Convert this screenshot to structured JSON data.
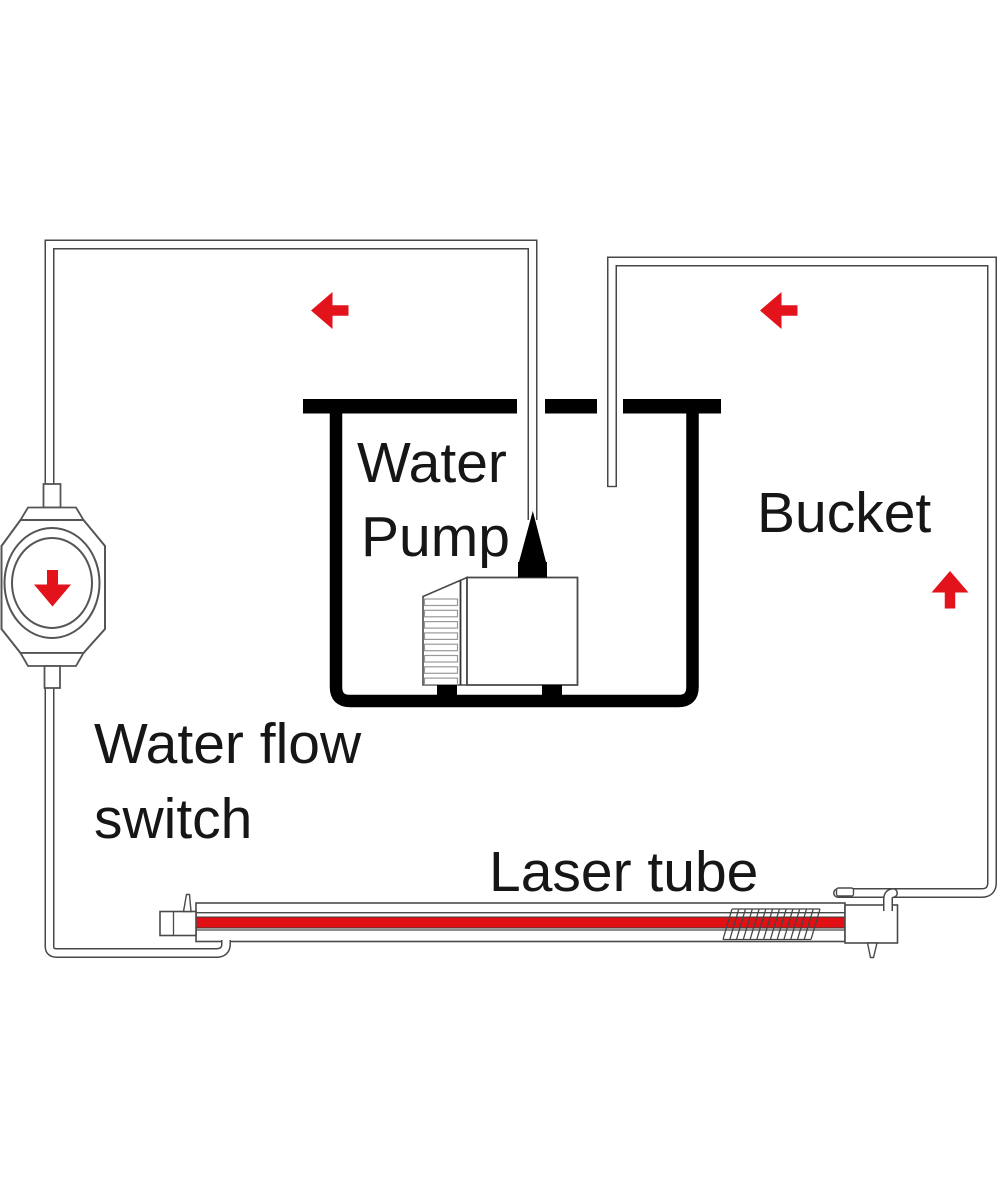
{
  "diagram": {
    "background": "#ffffff",
    "labels": {
      "pump_line1": "Water",
      "pump_line2": "Pump",
      "bucket": "Bucket",
      "flow_switch_line1": "Water flow",
      "flow_switch_line2": "switch",
      "laser_tube": "Laser tube"
    },
    "colors": {
      "flow_arrow_red": "#e2131b",
      "laser_beam_red": "#e01015",
      "outline_gray": "#4a4a4a",
      "solid_black": "#000000"
    },
    "flow_arrows": [
      {
        "id": "top-left",
        "direction": "left"
      },
      {
        "id": "top-right",
        "direction": "left"
      },
      {
        "id": "right-side",
        "direction": "up"
      },
      {
        "id": "flow-switch",
        "direction": "down"
      }
    ]
  }
}
